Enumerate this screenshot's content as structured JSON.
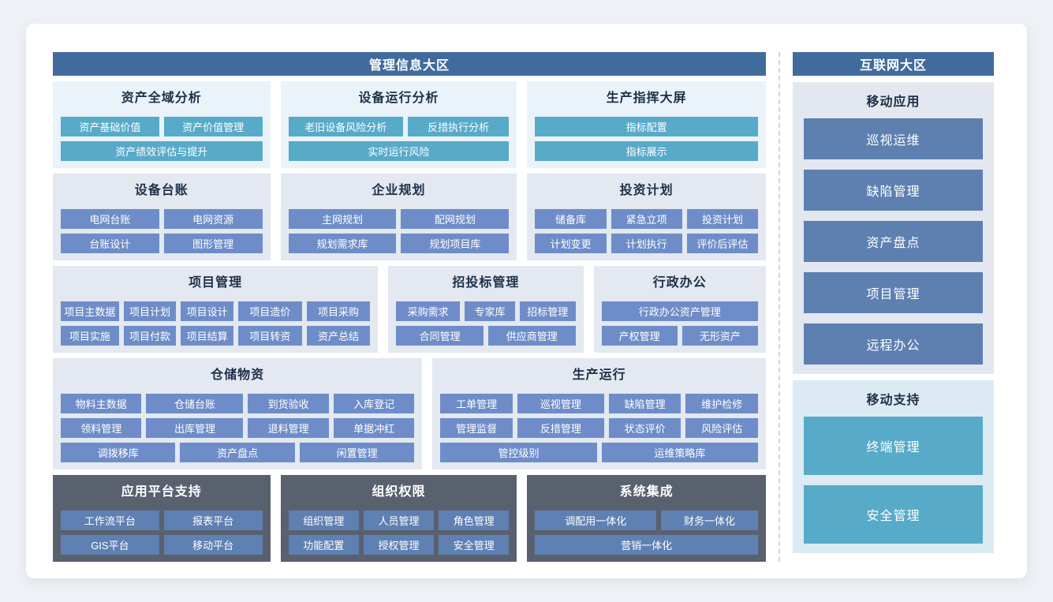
{
  "colors": {
    "page_background": "#eef1f5",
    "card_background": "#ffffff",
    "zone_header": "#426b9d",
    "light_panel": "#eaf3fa",
    "gray_panel": "#e3e8f1",
    "dark_panel": "#59616f",
    "teal_button": "#58aac9",
    "periwinkle_button": "#6e8dc8",
    "steel_button": "#5d80b1",
    "divider_dash": "#ccd7e3",
    "title_text": "#1e3048"
  },
  "management_zone": {
    "title": "管理信息大区",
    "rows": [
      {
        "sections": [
          {
            "title": "资产全域分析",
            "theme": "teal",
            "flex": 274,
            "button_rows": [
              [
                "资产基础价值",
                "资产价值管理"
              ],
              [
                "资产绩效评估与提升"
              ]
            ]
          },
          {
            "title": "设备运行分析",
            "theme": "teal",
            "flex": 300,
            "button_rows": [
              [
                {
                  "label": "老旧设备风险分析",
                  "flex": 1.13
                },
                {
                  "label": "反措执行分析",
                  "flex": 1
                }
              ],
              [
                "实时运行风险"
              ]
            ]
          },
          {
            "title": "生产指挥大屏",
            "theme": "teal",
            "flex": 303,
            "button_rows": [
              [
                "指标配置"
              ],
              [
                "指标展示"
              ]
            ]
          }
        ]
      },
      {
        "sections": [
          {
            "title": "设备台账",
            "theme": "blue",
            "flex": 274,
            "button_rows": [
              [
                "电网台账",
                "电网资源"
              ],
              [
                "台账设计",
                "图形管理"
              ]
            ]
          },
          {
            "title": "企业规划",
            "theme": "blue",
            "flex": 300,
            "button_rows": [
              [
                "主网规划",
                "配网规划"
              ],
              [
                "规划需求库",
                "规划项目库"
              ]
            ]
          },
          {
            "title": "投资计划",
            "theme": "blue",
            "flex": 303,
            "button_rows": [
              [
                "储备库",
                "紧急立项",
                "投资计划"
              ],
              [
                "计划变更",
                "计划执行",
                "评价后评估"
              ]
            ]
          }
        ]
      },
      {
        "sections": [
          {
            "title": "项目管理",
            "theme": "blue",
            "flex": 423,
            "button_rows": [
              [
                {
                  "label": "项目主数据",
                  "flex": 1.05
                },
                {
                  "label": "项目计划",
                  "flex": 0.95
                },
                {
                  "label": "项目设计",
                  "flex": 0.95
                },
                {
                  "label": "项目造价",
                  "flex": 1.15
                },
                {
                  "label": "项目采购",
                  "flex": 1.15
                }
              ],
              [
                {
                  "label": "项目实施",
                  "flex": 1.05
                },
                {
                  "label": "项目付款",
                  "flex": 0.95
                },
                {
                  "label": "项目结算",
                  "flex": 0.95
                },
                {
                  "label": "项目转资",
                  "flex": 1.15
                },
                {
                  "label": "资产总结",
                  "flex": 1.15
                }
              ]
            ]
          },
          {
            "title": "招投标管理",
            "theme": "blue",
            "flex": 245,
            "button_rows": [
              [
                {
                  "label": "采购需求",
                  "flex": 1.2
                },
                {
                  "label": "专家库",
                  "flex": 0.95
                },
                {
                  "label": "招标管理",
                  "flex": 1.05
                }
              ],
              [
                "合同管理",
                "供应商管理"
              ]
            ]
          },
          {
            "title": "行政办公",
            "theme": "blue",
            "flex": 214,
            "button_rows": [
              [
                "行政办公资产管理"
              ],
              [
                "产权管理",
                "无形资产"
              ]
            ]
          }
        ]
      },
      {
        "sections": [
          {
            "title": "仓储物资",
            "theme": "blue",
            "flex": 471,
            "button_rows": [
              [
                {
                  "label": "物料主数据",
                  "flex": 1
                },
                {
                  "label": "仓储台账",
                  "flex": 1.2
                },
                {
                  "label": "到货验收",
                  "flex": 1
                },
                {
                  "label": "入库登记",
                  "flex": 1
                }
              ],
              [
                {
                  "label": "领料管理",
                  "flex": 1
                },
                {
                  "label": "出库管理",
                  "flex": 1.2
                },
                {
                  "label": "退料管理",
                  "flex": 1
                },
                {
                  "label": "单据冲红",
                  "flex": 1
                }
              ],
              [
                "调拨移库",
                "资产盘点",
                "闲置管理"
              ]
            ]
          },
          {
            "title": "生产运行",
            "theme": "blue",
            "flex": 423,
            "button_rows": [
              [
                {
                  "label": "工单管理",
                  "flex": 1
                },
                {
                  "label": "巡视管理",
                  "flex": 1.2
                },
                {
                  "label": "缺陷管理",
                  "flex": 1
                },
                {
                  "label": "维护检修",
                  "flex": 1
                }
              ],
              [
                {
                  "label": "管理监督",
                  "flex": 1
                },
                {
                  "label": "反措管理",
                  "flex": 1.2
                },
                {
                  "label": "状态评价",
                  "flex": 1
                },
                {
                  "label": "风险评估",
                  "flex": 1
                }
              ],
              [
                "管控级别",
                "运维策略库"
              ]
            ]
          }
        ]
      },
      {
        "sections": [
          {
            "title": "应用平台支持",
            "theme": "dark",
            "flex": 274,
            "button_rows": [
              [
                "工作流平台",
                "报表平台"
              ],
              [
                "GIS平台",
                "移动平台"
              ]
            ]
          },
          {
            "title": "组织权限",
            "theme": "dark",
            "flex": 300,
            "button_rows": [
              [
                "组织管理",
                "人员管理",
                "角色管理"
              ],
              [
                "功能配置",
                "授权管理",
                "安全管理"
              ]
            ]
          },
          {
            "title": "系统集成",
            "theme": "dark",
            "flex": 303,
            "button_rows": [
              [
                {
                  "label": "调配用一体化",
                  "flex": 1.25
                },
                {
                  "label": "财务一体化",
                  "flex": 1
                }
              ],
              [
                "营销一体化"
              ]
            ]
          }
        ]
      }
    ]
  },
  "internet_zone": {
    "title": "互联网大区",
    "panels": [
      {
        "title": "移动应用",
        "theme": "app",
        "buttons": [
          "巡视运维",
          "缺陷管理",
          "资产盘点",
          "项目管理",
          "远程办公"
        ]
      },
      {
        "title": "移动支持",
        "theme": "support",
        "buttons": [
          "终端管理",
          "安全管理"
        ]
      }
    ]
  }
}
